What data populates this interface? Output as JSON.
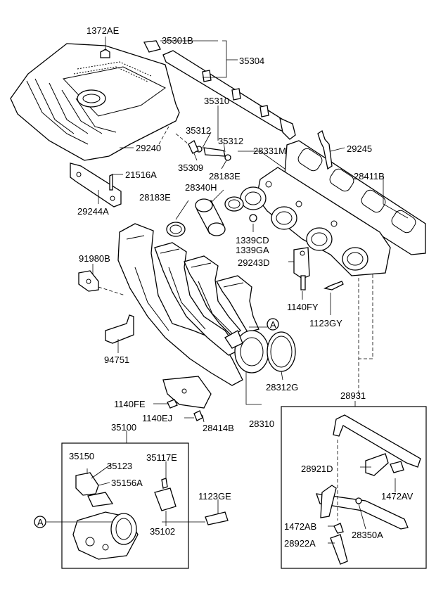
{
  "diagram": {
    "reference_marker": "A",
    "labels": [
      {
        "id": "l1372AE",
        "text": "1372AE"
      },
      {
        "id": "l35301B",
        "text": "35301B"
      },
      {
        "id": "l35304",
        "text": "35304"
      },
      {
        "id": "l35310",
        "text": "35310"
      },
      {
        "id": "l35312a",
        "text": "35312"
      },
      {
        "id": "l35312b",
        "text": "35312"
      },
      {
        "id": "l29240",
        "text": "29240"
      },
      {
        "id": "l35309",
        "text": "35309"
      },
      {
        "id": "l28183Ea",
        "text": "28183E"
      },
      {
        "id": "l28331M",
        "text": "28331M"
      },
      {
        "id": "l29245",
        "text": "29245"
      },
      {
        "id": "l28411B",
        "text": "28411B"
      },
      {
        "id": "l21516A",
        "text": "21516A"
      },
      {
        "id": "l28340H",
        "text": "28340H"
      },
      {
        "id": "l28183Eb",
        "text": "28183E"
      },
      {
        "id": "l29244A",
        "text": "29244A"
      },
      {
        "id": "l1339CD",
        "text": "1339CD"
      },
      {
        "id": "l1339GA",
        "text": "1339GA"
      },
      {
        "id": "l91980B",
        "text": "91980B"
      },
      {
        "id": "l29243D",
        "text": "29243D"
      },
      {
        "id": "l1140FY",
        "text": "1140FY"
      },
      {
        "id": "l1123GY",
        "text": "1123GY"
      },
      {
        "id": "l94751",
        "text": "94751"
      },
      {
        "id": "l28312G",
        "text": "28312G"
      },
      {
        "id": "l28931",
        "text": "28931"
      },
      {
        "id": "l1140FE",
        "text": "1140FE"
      },
      {
        "id": "l1140EJ",
        "text": "1140EJ"
      },
      {
        "id": "l28414B",
        "text": "28414B"
      },
      {
        "id": "l28310",
        "text": "28310"
      },
      {
        "id": "l35100",
        "text": "35100"
      },
      {
        "id": "l35150",
        "text": "35150"
      },
      {
        "id": "l35123",
        "text": "35123"
      },
      {
        "id": "l35117E",
        "text": "35117E"
      },
      {
        "id": "l35156A",
        "text": "35156A"
      },
      {
        "id": "l28921D",
        "text": "28921D"
      },
      {
        "id": "l1472AV",
        "text": "1472AV"
      },
      {
        "id": "l1123GE",
        "text": "1123GE"
      },
      {
        "id": "l35102",
        "text": "35102"
      },
      {
        "id": "l1472AB",
        "text": "1472AB"
      },
      {
        "id": "l28350A",
        "text": "28350A"
      },
      {
        "id": "l28922A",
        "text": "28922A"
      }
    ]
  }
}
